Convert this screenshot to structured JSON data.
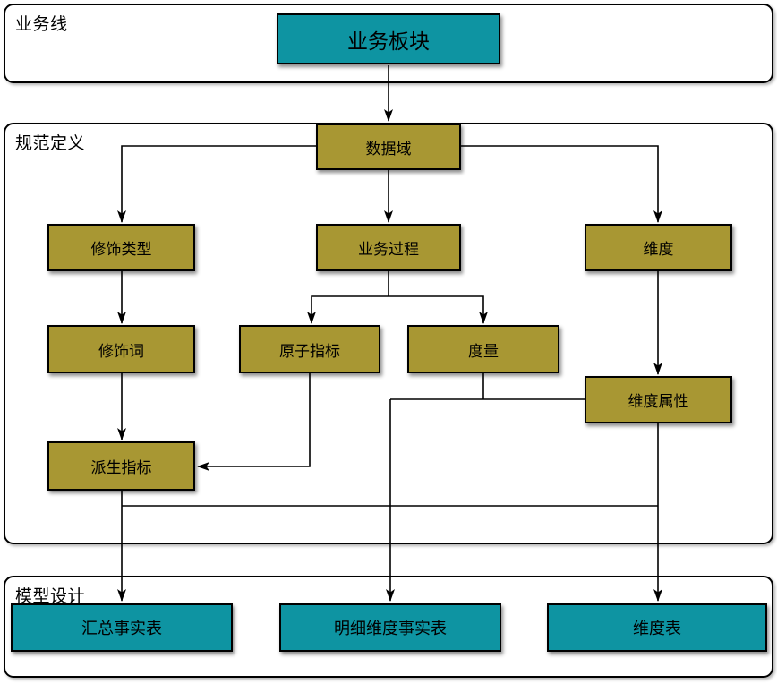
{
  "diagram": {
    "sections": {
      "business_line": {
        "label": "业务线"
      },
      "spec_definition": {
        "label": "规范定义"
      },
      "model_design": {
        "label": "模型设计"
      }
    },
    "nodes": {
      "business_board": {
        "label": "业务板块",
        "color": "teal"
      },
      "data_domain": {
        "label": "数据域",
        "color": "olive"
      },
      "modifier_type": {
        "label": "修饰类型",
        "color": "olive"
      },
      "business_process": {
        "label": "业务过程",
        "color": "olive"
      },
      "dimension": {
        "label": "维度",
        "color": "olive"
      },
      "modifier_word": {
        "label": "修饰词",
        "color": "olive"
      },
      "atomic_indicator": {
        "label": "原子指标",
        "color": "olive"
      },
      "measure": {
        "label": "度量",
        "color": "olive"
      },
      "dimension_attribute": {
        "label": "维度属性",
        "color": "olive"
      },
      "derived_indicator": {
        "label": "派生指标",
        "color": "olive"
      },
      "summary_fact_table": {
        "label": "汇总事实表",
        "color": "teal"
      },
      "detail_fact_table": {
        "label": "明细维度事实表",
        "color": "teal"
      },
      "dimension_table": {
        "label": "维度表",
        "color": "teal"
      }
    },
    "edges": [
      {
        "from": "业务板块",
        "to": "数据域",
        "arrow": true
      },
      {
        "from": "数据域",
        "to": "修饰类型",
        "arrow": true
      },
      {
        "from": "数据域",
        "to": "业务过程",
        "arrow": true
      },
      {
        "from": "数据域",
        "to": "维度",
        "arrow": true
      },
      {
        "from": "修饰类型",
        "to": "修饰词",
        "arrow": true
      },
      {
        "from": "业务过程",
        "to": "原子指标",
        "arrow": true
      },
      {
        "from": "业务过程",
        "to": "度量",
        "arrow": true
      },
      {
        "from": "维度",
        "to": "维度属性",
        "arrow": true
      },
      {
        "from": "修饰词",
        "to": "派生指标",
        "arrow": true
      },
      {
        "from": "原子指标",
        "to": "派生指标",
        "arrow": true
      },
      {
        "from": "度量",
        "to": "维度属性",
        "arrow": false
      },
      {
        "from": "派生指标",
        "to": "汇总事实表",
        "arrow": true
      },
      {
        "from": "度量",
        "to": "明细维度事实表",
        "arrow": true
      },
      {
        "from": "维度属性",
        "to": "维度表",
        "arrow": true
      }
    ],
    "colors": {
      "teal": "#0E94A2",
      "olive": "#A89733",
      "line": "#000000",
      "background": "#FFFFFF"
    }
  }
}
